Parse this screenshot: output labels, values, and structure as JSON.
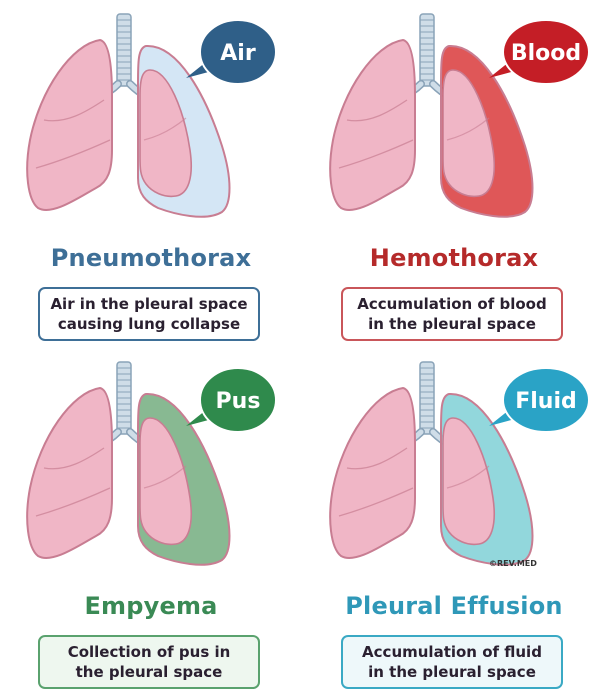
{
  "panels": [
    {
      "title": "Pneumothorax",
      "bubble": "Air",
      "caption_line1": "Air in the pleural space",
      "caption_line2": "causing lung collapse",
      "title_color": "#3e6f97",
      "bubble_color": "#2f5f88",
      "box_border": "#3e6f97",
      "box_fill": "#ffffff",
      "pleura_fill": "#cfe3f4",
      "pleura_opacity": 0.9
    },
    {
      "title": "Hemothorax",
      "bubble": "Blood",
      "caption_line1": "Accumulation of blood",
      "caption_line2": "in the pleural space",
      "title_color": "#b52a2a",
      "bubble_color": "#c41e26",
      "box_border": "#c9565a",
      "box_fill": "#ffffff",
      "pleura_fill": "#d9393b",
      "pleura_opacity": 0.85
    },
    {
      "title": "Empyema",
      "bubble": "Pus",
      "caption_line1": "Collection of pus in",
      "caption_line2": "the pleural space",
      "title_color": "#3a8a55",
      "bubble_color": "#2f8a4c",
      "box_border": "#5aa26e",
      "box_fill": "#eef7ef",
      "pleura_fill": "#6aa877",
      "pleura_opacity": 0.8
    },
    {
      "title": "Pleural Effusion",
      "bubble": "Fluid",
      "caption_line1": "Accumulation of fluid",
      "caption_line2": "in the pleural space",
      "title_color": "#2f98b8",
      "bubble_color": "#2aa3c6",
      "box_border": "#3aa9c4",
      "box_fill": "#eef8fa",
      "pleura_fill": "#7fd0d6",
      "pleura_opacity": 0.85
    }
  ],
  "watermark": "©REV.MED",
  "colors": {
    "lung_fill": "#f0b6c6",
    "lung_stroke": "#c87d92",
    "trachea_fill": "#cfdde8",
    "trachea_stroke": "#8aa3b8"
  }
}
